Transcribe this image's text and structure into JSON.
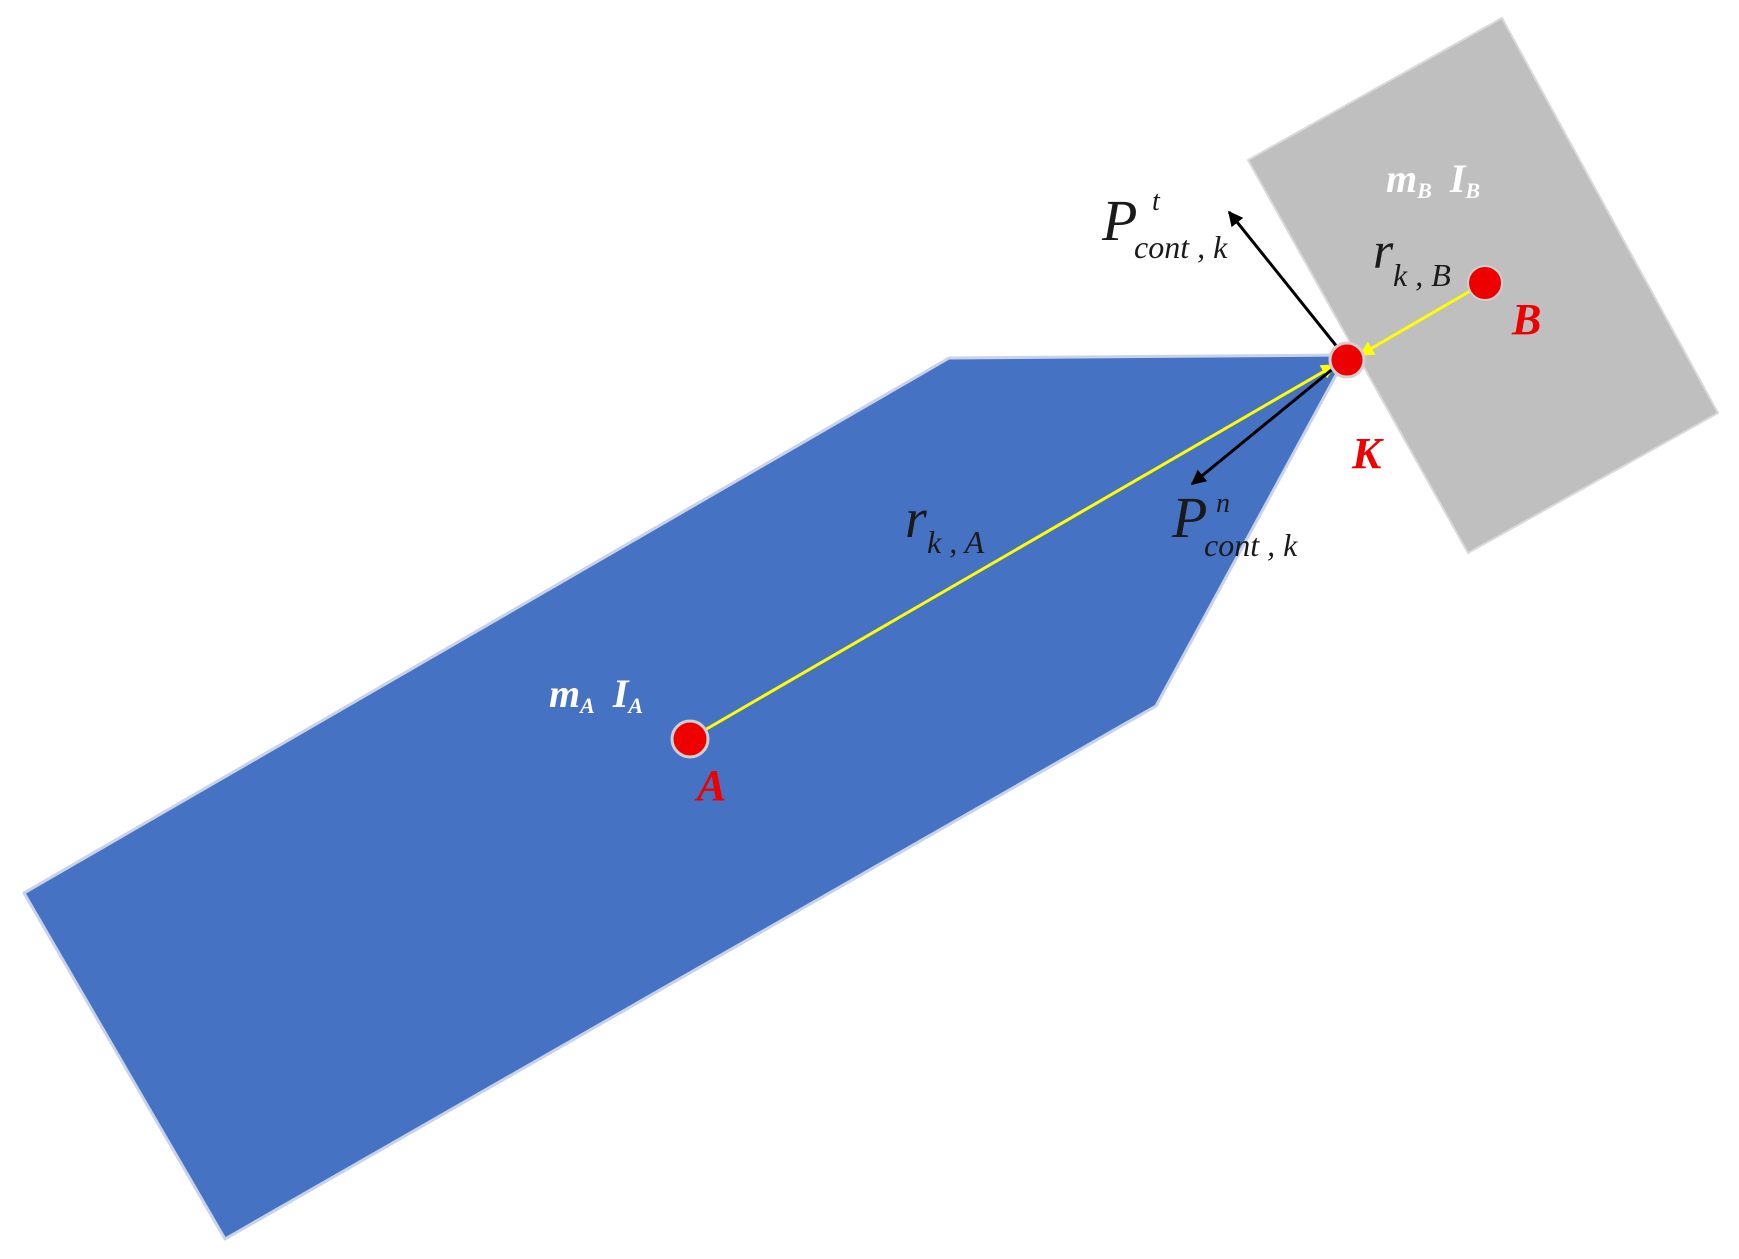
{
  "colors": {
    "body_a": "#4672c4",
    "body_b": "#bfbfbf",
    "point": "#ee0000",
    "radius_vector": "#ffff00",
    "impulse_vector": "#000000"
  },
  "body_a": {
    "mass_symbol": "m",
    "mass_subscript": "A",
    "inertia_symbol": "I",
    "inertia_subscript": "A",
    "point_label": "A"
  },
  "body_b": {
    "mass_symbol": "m",
    "mass_subscript": "B",
    "inertia_symbol": "I",
    "inertia_subscript": "B",
    "point_label": "B"
  },
  "contact_point": {
    "label": "K"
  },
  "vectors": {
    "r_k_a": {
      "symbol": "r",
      "subscript": "k , A"
    },
    "r_k_b": {
      "symbol": "r",
      "subscript": "k , B"
    },
    "p_tangential": {
      "symbol": "P",
      "superscript": "t",
      "subscript": "cont , k"
    },
    "p_normal": {
      "symbol": "P",
      "superscript": "n",
      "subscript": "cont , k"
    }
  }
}
